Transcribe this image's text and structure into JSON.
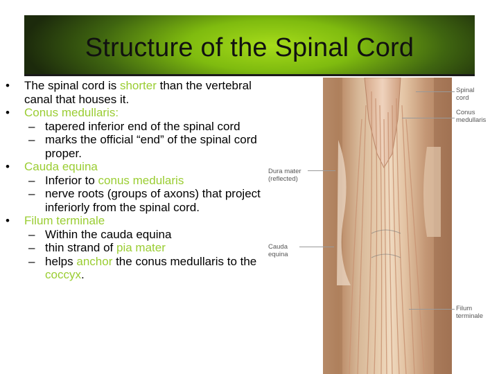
{
  "title": "Structure of the Spinal Cord",
  "bullets": {
    "b1": {
      "pre": "The spinal cord is ",
      "hl": "shorter",
      "post": " than the vertebral canal that houses it."
    },
    "b2": {
      "hl": "Conus medullaris",
      "post": ":"
    },
    "b2_s1": "tapered inferior end of the spinal cord",
    "b2_s2": "marks the official “end” of the spinal cord proper.",
    "b3": {
      "hl": "Cauda equina"
    },
    "b3_s1": {
      "pre": "Inferior to ",
      "hl": "conus medularis"
    },
    "b3_s2": "nerve roots (groups of axons) that project inferiorly from the spinal cord.",
    "b4": {
      "hl": "Filum terminale"
    },
    "b4_s1": "Within the cauda equina",
    "b4_s2": {
      "pre": "thin strand of ",
      "hl": "pia mater"
    },
    "b4_s3": {
      "pre": "helps ",
      "hl": "anchor",
      "mid": " the conus medullaris to the ",
      "hl2": "coccyx",
      "post": "."
    }
  },
  "figure_labels": {
    "spinal_cord": "Spinal cord",
    "conus": "Conus medullaris",
    "dura": "Dura mater (reflected)",
    "cauda": "Cauda equina",
    "filum": "Filum terminale"
  },
  "colors": {
    "highlight": "#9acd32",
    "title_bar": "#7fbb0f"
  }
}
